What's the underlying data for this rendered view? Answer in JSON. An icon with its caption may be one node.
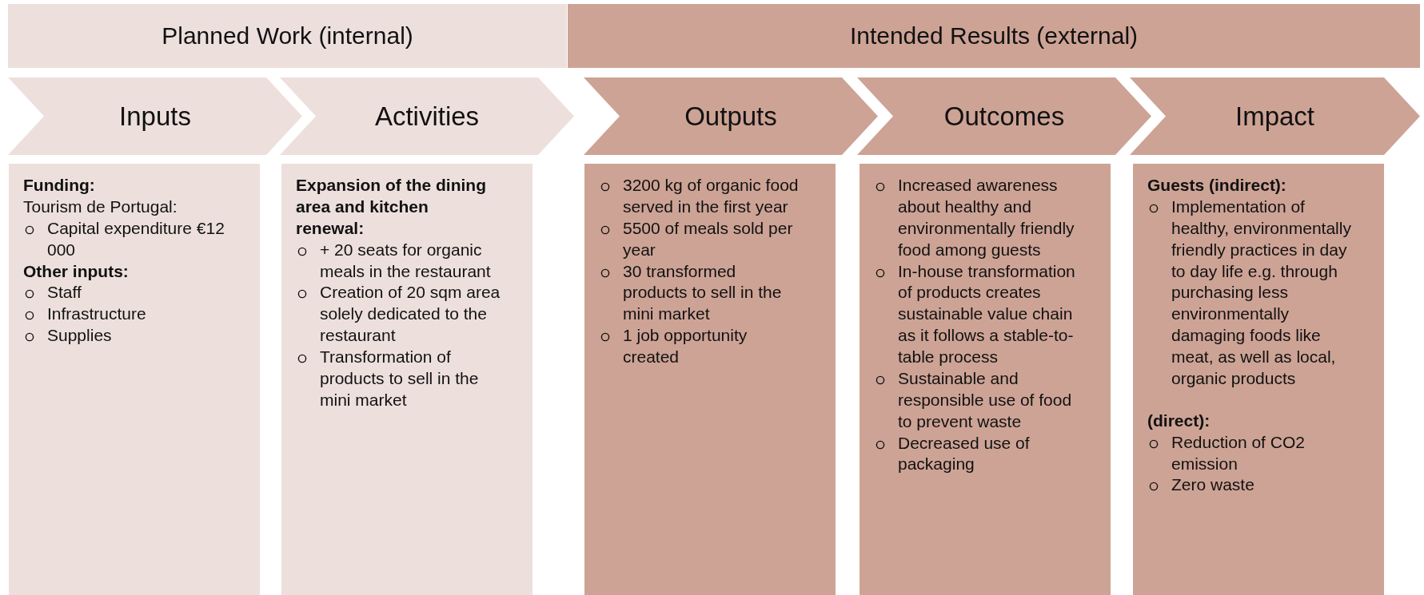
{
  "diagram": {
    "nodes": [
      {
        "text": [
          "Planned Work (internal)"
        ]
      },
      {
        "text": [
          "Intended Results (external)"
        ]
      },
      {
        "text": [
          "Inputs"
        ]
      },
      {
        "text": [
          "Activities"
        ]
      },
      {
        "text": [
          "Outputs"
        ]
      },
      {
        "text": [
          "Outcomes"
        ]
      },
      {
        "text": [
          "Impact"
        ]
      },
      {
        "text": [
          "Funding:",
          "Tourism de Portugal:",
          "Capital expenditure €12 000",
          "Other inputs:",
          "Staff",
          "Infrastructure",
          "Supplies"
        ]
      },
      {
        "text": [
          "Expansion of the dining area and kitchen renewal:",
          "+ 20 seats for organic meals in the restaurant",
          "Creation of 20 sqm area solely dedicated to the restaurant",
          "Transformation of products to sell in the mini market"
        ]
      },
      {
        "text": [
          "3200 kg of organic food served in the first year",
          "5500 of meals sold per year",
          "30 transformed products to sell in the mini market",
          "1 job opportunity created"
        ]
      },
      {
        "text": [
          "Increased awareness about healthy and environmentally friendly food among guests",
          "In-house transformation of products creates sustainable value chain as it follows a stable-to- table process",
          "Sustainable and responsible use of food to prevent waste",
          "Decreased use of packaging"
        ]
      },
      {
        "text": [
          "Guests (indirect):",
          "Implementation of healthy, environmentally friendly practices in day to day life e.g. through purchasing less environmentally damaging foods like meat, as well as local, organic products",
          "(direct):",
          "Reduction of CO2 emission",
          "Zero waste"
        ]
      }
    ],
    "edges": []
  }
}
